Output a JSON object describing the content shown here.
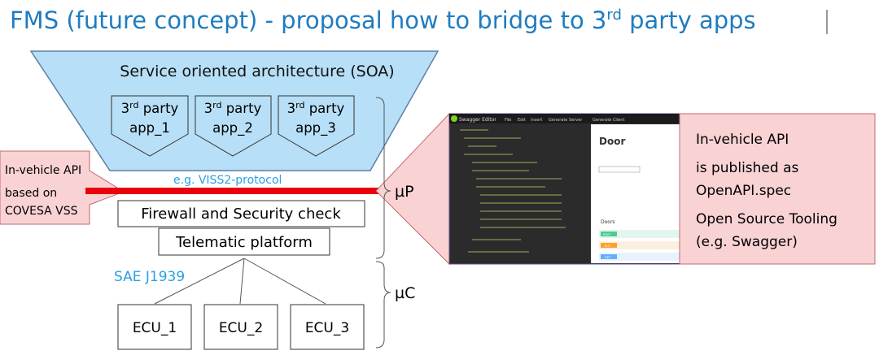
{
  "title": {
    "main": "FMS (future concept)  - proposal how to bridge to 3",
    "sup": "rd",
    "rest": " party apps"
  },
  "soa": {
    "label": "Service oriented architecture (SOA)"
  },
  "apps": [
    {
      "l1": "3",
      "sup": "rd",
      "l1b": " party",
      "l2": "app_1"
    },
    {
      "l1": "3",
      "sup": "rd",
      "l1b": " party",
      "l2": "app_2"
    },
    {
      "l1": "3",
      "sup": "rd",
      "l1b": " party",
      "l2": "app_3"
    }
  ],
  "left_callout": {
    "l1": "In-vehicle API",
    "l2": "based on",
    "l3": "COVESA VSS"
  },
  "protocol": "e.g. VISS2-protocol",
  "firewall": "Firewall and Security check",
  "telematic": "Telematic platform",
  "bus": "SAE J1939",
  "ecus": [
    "ECU_1",
    "ECU_2",
    "ECU_3"
  ],
  "braces": {
    "upper": "µP",
    "lower": "µC"
  },
  "right_callout": {
    "l1": "In-vehicle API",
    "l2": "is published as",
    "l3": "OpenAPI.spec",
    "l4": "Open Source Tooling",
    "l5": " (e.g. Swagger)"
  },
  "swagger": {
    "brand": "Swagger Editor",
    "menu": [
      "File",
      "Edit",
      "Insert",
      "Generate Server",
      "Generate Client"
    ],
    "api_title": "Door",
    "section": "Doors",
    "methods": [
      "POST",
      "PUT",
      "GET"
    ]
  },
  "colors": {
    "title": "#1f7cc0",
    "soa_fill": "#b7dff7",
    "callout_fill": "#f9d2d4",
    "red_line": "#e8000a",
    "bus": "#2aa0e6"
  }
}
